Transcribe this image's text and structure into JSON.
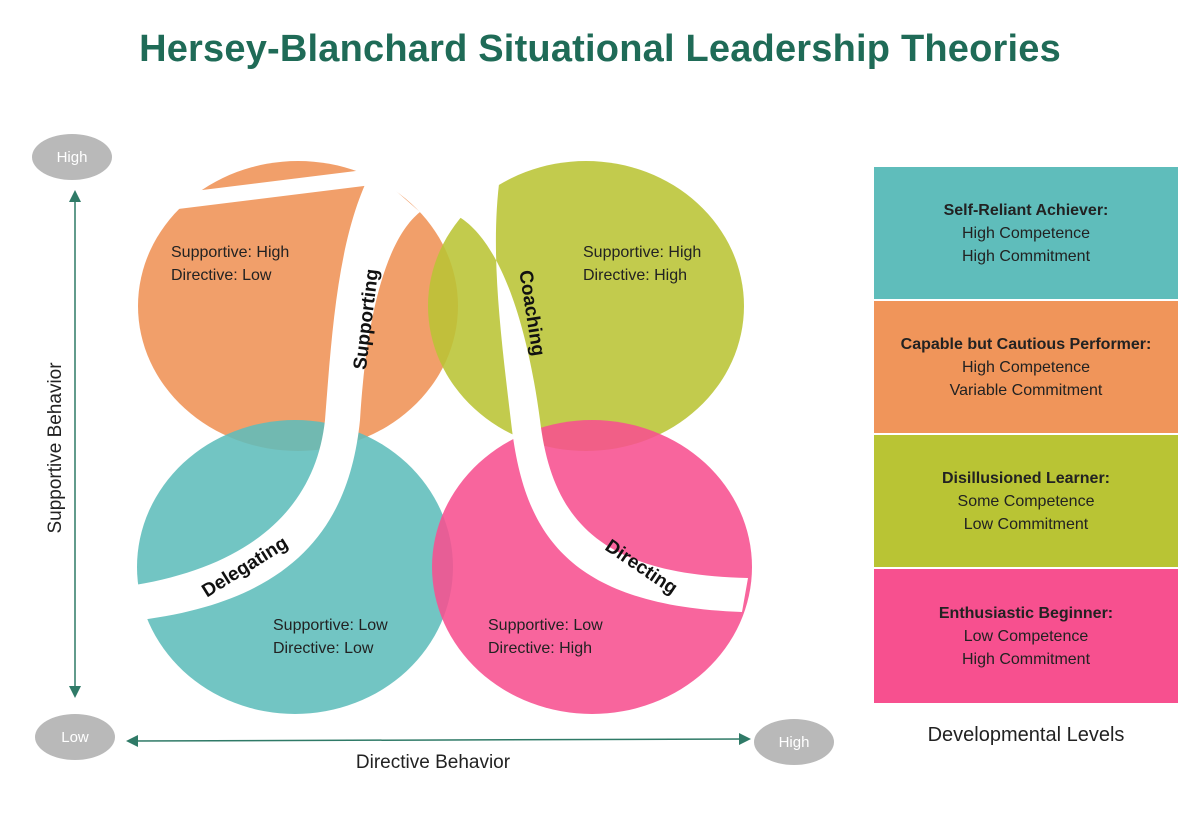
{
  "title": "Hersey-Blanchard Situational Leadership Theories",
  "colors": {
    "title": "#1f6b57",
    "orange": "#f0955a",
    "olive": "#b9c434",
    "teal": "#5fbdbb",
    "pink": "#f7508f",
    "axis": "#2f7a67",
    "pill": "#b9b9b9"
  },
  "axes": {
    "y_label": "Supportive Behavior",
    "x_label": "Directive Behavior",
    "y_high": "High",
    "origin_low": "Low",
    "x_high": "High"
  },
  "quadrants": {
    "supporting": {
      "line1": "Supportive: High",
      "line2": "Directive: Low",
      "band": "Supporting"
    },
    "coaching": {
      "line1": "Supportive: High",
      "line2": "Directive: High",
      "band": "Coaching"
    },
    "delegating": {
      "line1": "Supportive: Low",
      "line2": "Directive: Low",
      "band": "Delegating"
    },
    "directing": {
      "line1": "Supportive: Low",
      "line2": "Directive: High",
      "band": "Directing"
    }
  },
  "levels": [
    {
      "title": "Self-Reliant Achiever:",
      "line1": "High Competence",
      "line2": "High Commitment",
      "color": "#5fbdbb"
    },
    {
      "title": "Capable but Cautious Performer:",
      "line1": "High Competence",
      "line2": "Variable Commitment",
      "color": "#f0955a"
    },
    {
      "title": "Disillusioned Learner:",
      "line1": "Some Competence",
      "line2": "Low Commitment",
      "color": "#b9c434"
    },
    {
      "title": "Enthusiastic Beginner:",
      "line1": "Low Competence",
      "line2": "High Commitment",
      "color": "#f7508f"
    }
  ],
  "levels_caption": "Developmental Levels"
}
